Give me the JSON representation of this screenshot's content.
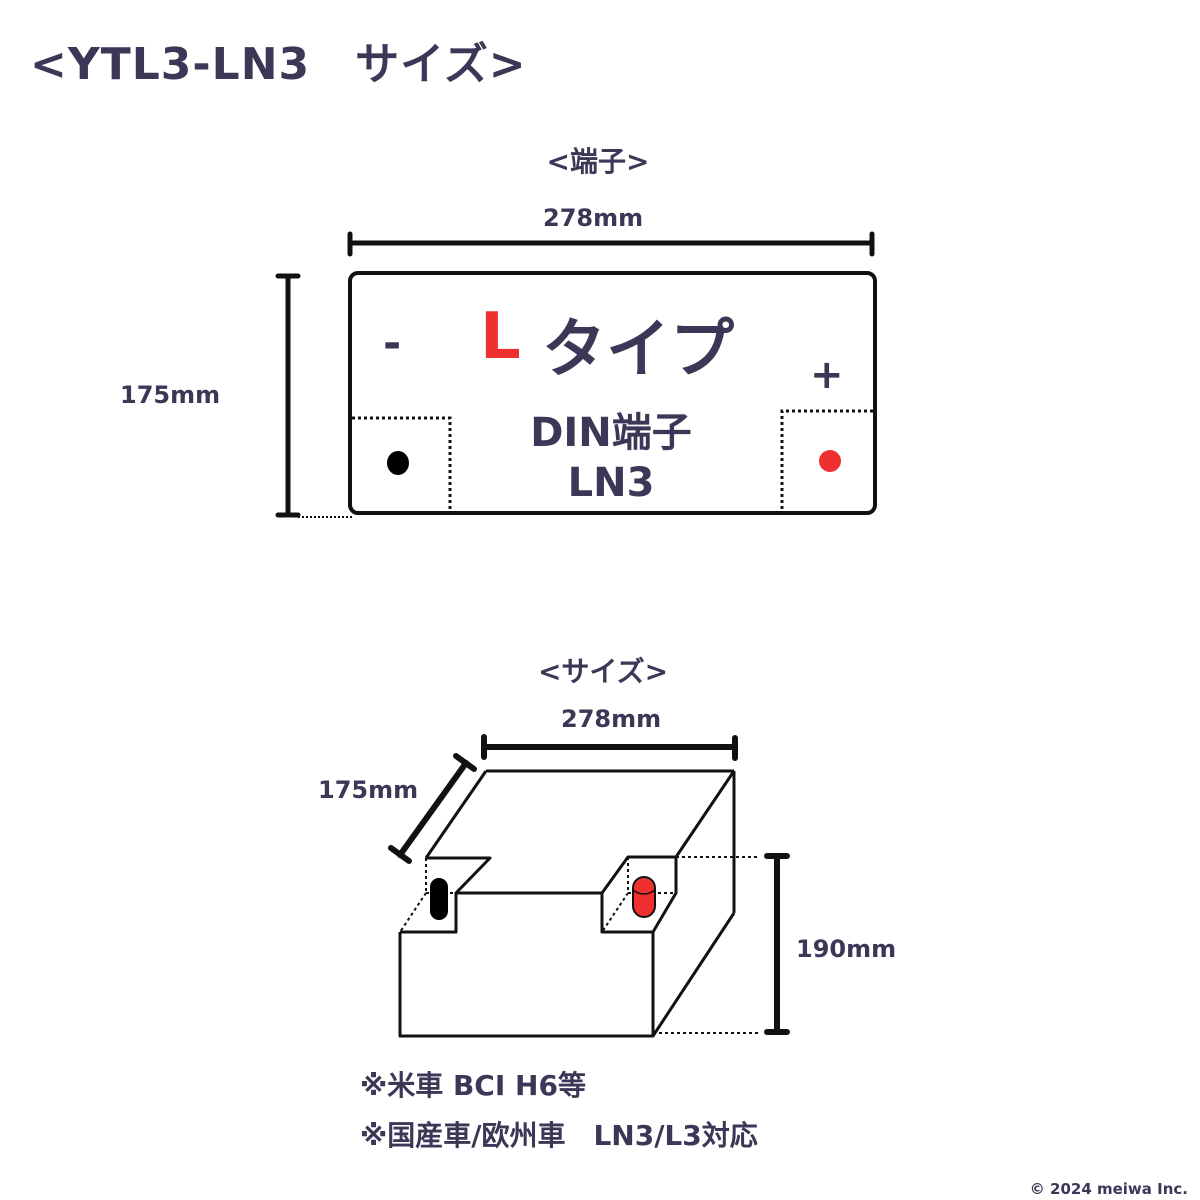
{
  "title": "<YTL3-LN3　サイズ>",
  "terminal_section": {
    "heading": "<端子>",
    "width_label": "278mm",
    "height_label": "175mm",
    "type_letter": "L",
    "type_text": "タイプ",
    "minus_symbol": "-",
    "plus_symbol": "+",
    "terminal_name": "DIN端子",
    "terminal_code": "LN3",
    "colors": {
      "accent_red": "#f03030",
      "text": "#3a3856",
      "line": "#111111"
    }
  },
  "size_section": {
    "heading": "<サイズ>",
    "length_label": "278mm",
    "width_label": "175mm",
    "height_label": "190mm"
  },
  "notes": [
    "※米車 BCI H6等",
    "※国産車/欧州車　LN3/L3対応"
  ],
  "copyright": "© 2024 meiwa Inc."
}
